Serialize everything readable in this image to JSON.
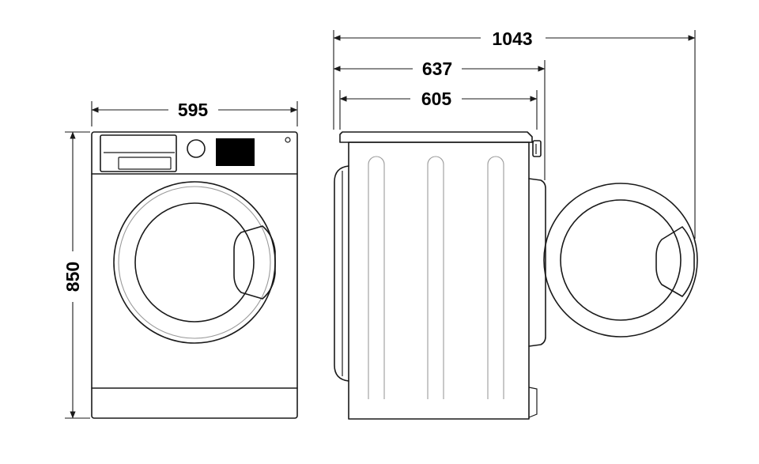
{
  "dimensions": {
    "width": "595",
    "height": "850",
    "depth_body": "605",
    "depth_with_door_closed": "637",
    "depth_with_door_open": "1043"
  },
  "colors": {
    "line": "#1a1a1a",
    "background": "#ffffff"
  }
}
